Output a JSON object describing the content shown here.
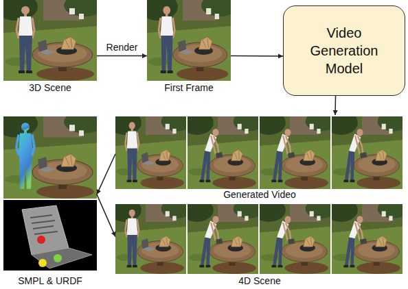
{
  "diagram": {
    "nodes": [
      {
        "text": [
          "3D Scene"
        ]
      },
      {
        "text": [
          "First Frame"
        ]
      },
      {
        "text": [
          "Video Generation Model"
        ]
      },
      {
        "text": [
          "Generated Video"
        ]
      },
      {
        "text": [
          "SMPL & URDF"
        ]
      },
      {
        "text": [
          "4D Scene"
        ]
      }
    ],
    "edges": [
      {
        "from": 0,
        "to": 1,
        "label": "Render",
        "arrow": "to"
      },
      {
        "from": 1,
        "to": 2,
        "arrow": "to"
      },
      {
        "from": 2,
        "to": 3,
        "arrow": "to"
      },
      {
        "from": 3,
        "to": 4,
        "arrow": "to"
      },
      {
        "from": 4,
        "to": 5,
        "arrow": "to"
      }
    ]
  }
}
